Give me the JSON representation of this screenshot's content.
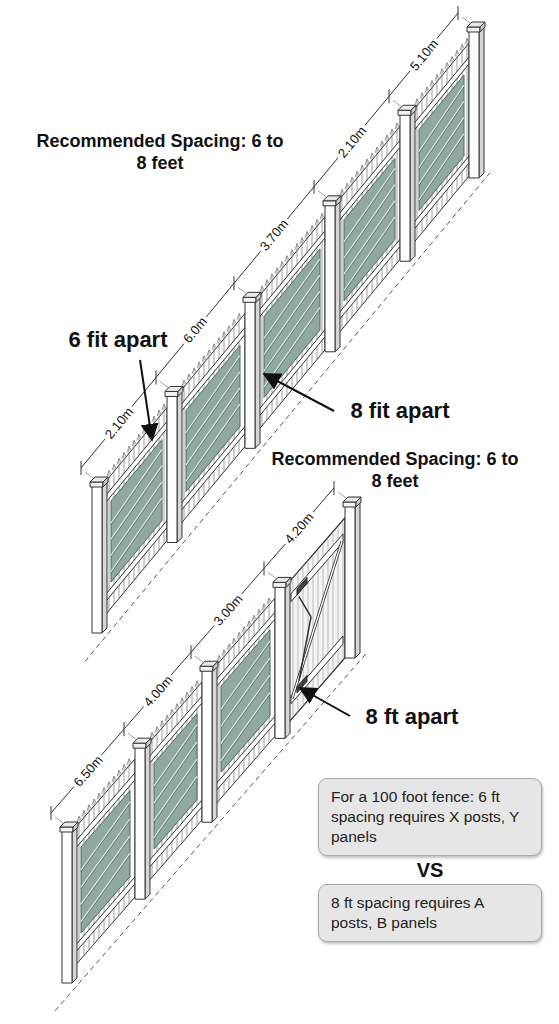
{
  "diagram": {
    "nodes": [
      {
        "text": [
          "For a 100 foot fence: 6 ft spacing requires X posts, Y panels"
        ]
      },
      {
        "text": [
          "8 ft spacing requires A posts, B panels"
        ]
      }
    ],
    "labels": [
      "Recommended Spacing: 6 to 8 feet",
      "5.10m",
      "2.10m",
      "3.70m",
      "6.0m",
      "6 fit apart",
      "2.10m",
      "8 fit apart",
      "Recommended Spacing: 6 to 8 feet",
      "4.20m",
      "3.00m",
      "8 ft apart",
      "4.00m",
      "6.50m",
      "VS"
    ]
  }
}
